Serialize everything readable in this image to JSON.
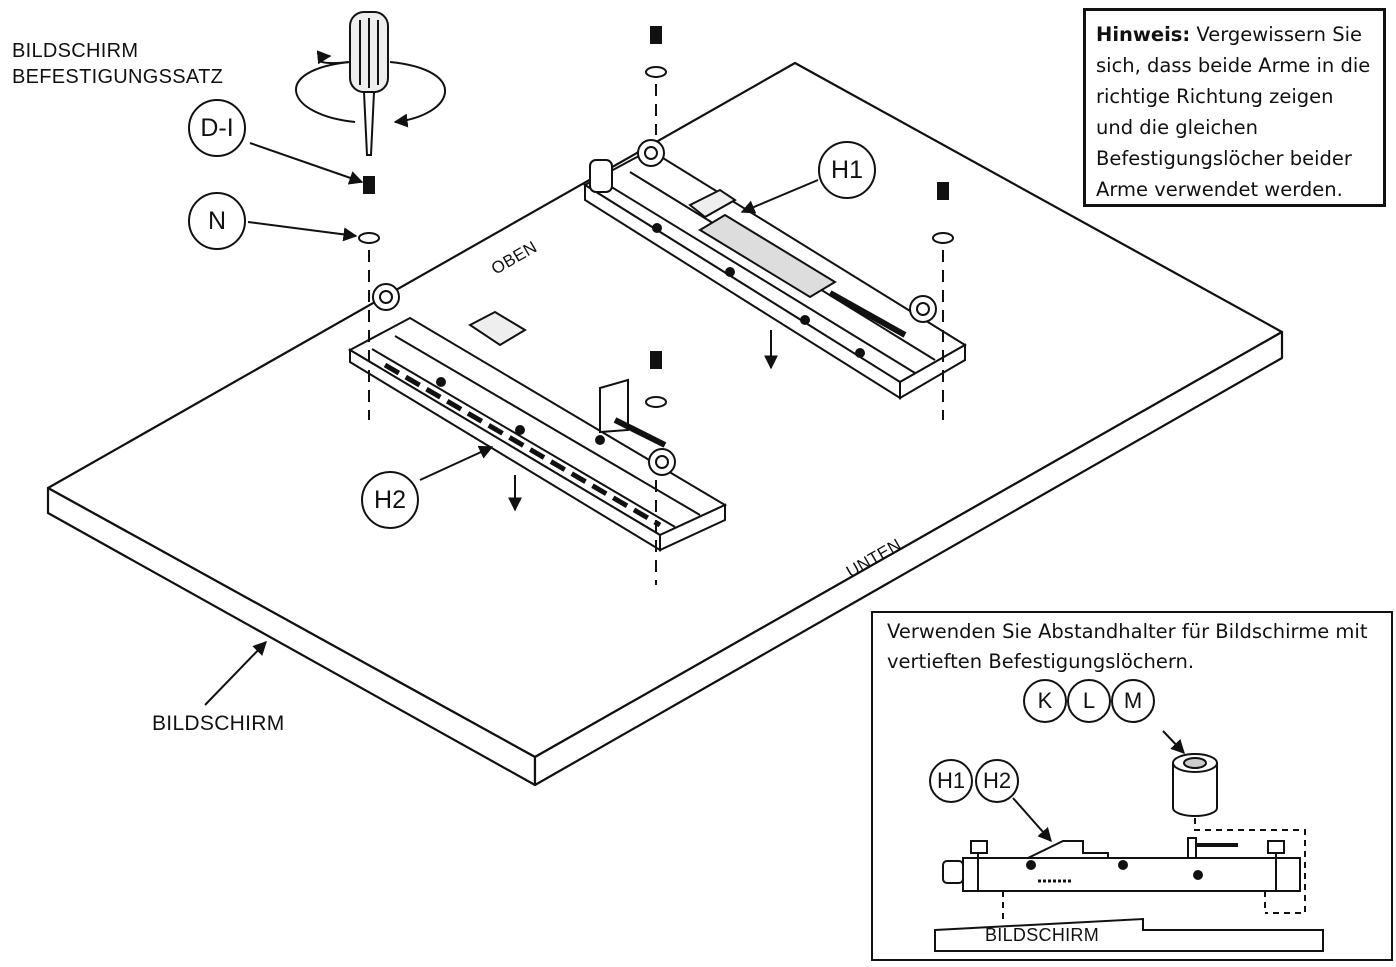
{
  "labels": {
    "kit_line1": "BILDSCHIRM",
    "kit_line2": "BEFESTIGUNGSSATZ",
    "top_edge": "OBEN",
    "bottom_edge": "UNTEN",
    "screen": "BILDSCHIRM"
  },
  "callouts": {
    "di": "D-I",
    "n": "N",
    "h1": "H1",
    "h2": "H2"
  },
  "note": {
    "heading": "Hinweis:",
    "body": "Vergewissern Sie sich, dass beide Arme in die richtige Richtung zeigen und die gleichen Befestigungslöcher beider Arme verwendet werden."
  },
  "inset": {
    "text": "Verwenden Sie Abstandhalter für Bildschirme mit vertieften Befestigungslöchern.",
    "callout_k": "K",
    "callout_l": "L",
    "callout_m": "M",
    "callout_h1": "H1",
    "callout_h2": "H2",
    "screen_label": "BILDSCHIRM"
  }
}
